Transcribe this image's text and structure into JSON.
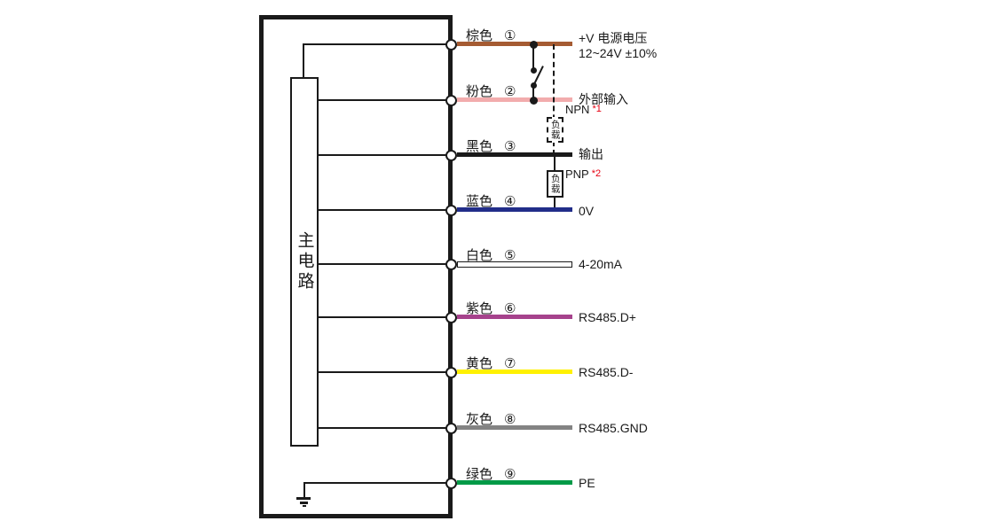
{
  "diagram": {
    "main_circuit_label": "主电路",
    "ink_color": "#1A1A1A",
    "note_color": "#E60012",
    "wires": [
      {
        "number": "①",
        "color_name": "棕色",
        "color": "#A55B32",
        "function": "+V 电源电压",
        "function2": "12~24V ±10%"
      },
      {
        "number": "②",
        "color_name": "粉色",
        "color": "#F2ACAD",
        "function": "外部输入"
      },
      {
        "number": "③",
        "color_name": "黑色",
        "color": "#1A1A1A",
        "function": "输出"
      },
      {
        "number": "④",
        "color_name": "蓝色",
        "color": "#222D89",
        "function": "0V"
      },
      {
        "number": "⑤",
        "color_name": "白色",
        "color": "#FFFFFF",
        "function": "4-20mA"
      },
      {
        "number": "⑥",
        "color_name": "紫色",
        "color": "#A6428C",
        "function": "RS485.D+"
      },
      {
        "number": "⑦",
        "color_name": "黄色",
        "color": "#FFF100",
        "function": "RS485.D-"
      },
      {
        "number": "⑧",
        "color_name": "灰色",
        "color": "#838383",
        "function": "RS485.GND"
      },
      {
        "number": "⑨",
        "color_name": "绿色",
        "color": "#009A47",
        "function": "PE"
      }
    ],
    "npn": {
      "label": "NPN",
      "note": "*1",
      "load_label": "负载"
    },
    "pnp": {
      "label": "PNP",
      "note": "*2",
      "load_label": "负载"
    }
  }
}
